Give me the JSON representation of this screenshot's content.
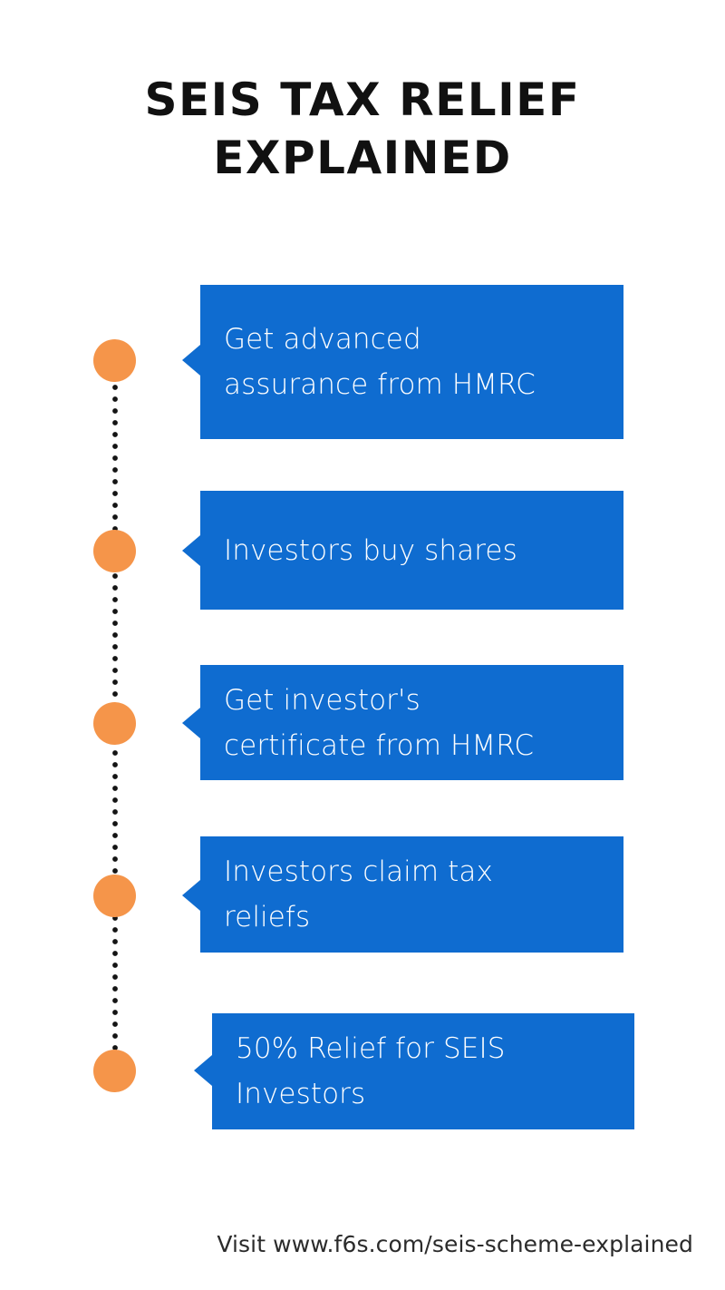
{
  "page": {
    "background_color": "#FFFFFF",
    "accent_blue": "#0F6CD0",
    "accent_orange": "#F5954A",
    "dot_color": "#141414",
    "title": "SEIS TAX RELIEF\nEXPLAINED"
  },
  "steps": [
    {
      "index": "1",
      "text": "Get advanced\nassurance from HMRC",
      "node_label": "step-node-1"
    },
    {
      "index": "2",
      "text": "Investors buy shares",
      "node_label": "step-node-2"
    },
    {
      "index": "3",
      "text": "Get investor's\ncertificate from HMRC",
      "node_label": "step-node-3"
    },
    {
      "index": "4",
      "text": "Investors claim tax\nreliefs",
      "node_label": "step-node-4"
    },
    {
      "index": "5",
      "text": "50% Relief for SEIS\nInvestors",
      "node_label": "step-node-5"
    }
  ],
  "footer": {
    "text": "Visit www.f6s.com/seis-scheme-explained"
  }
}
